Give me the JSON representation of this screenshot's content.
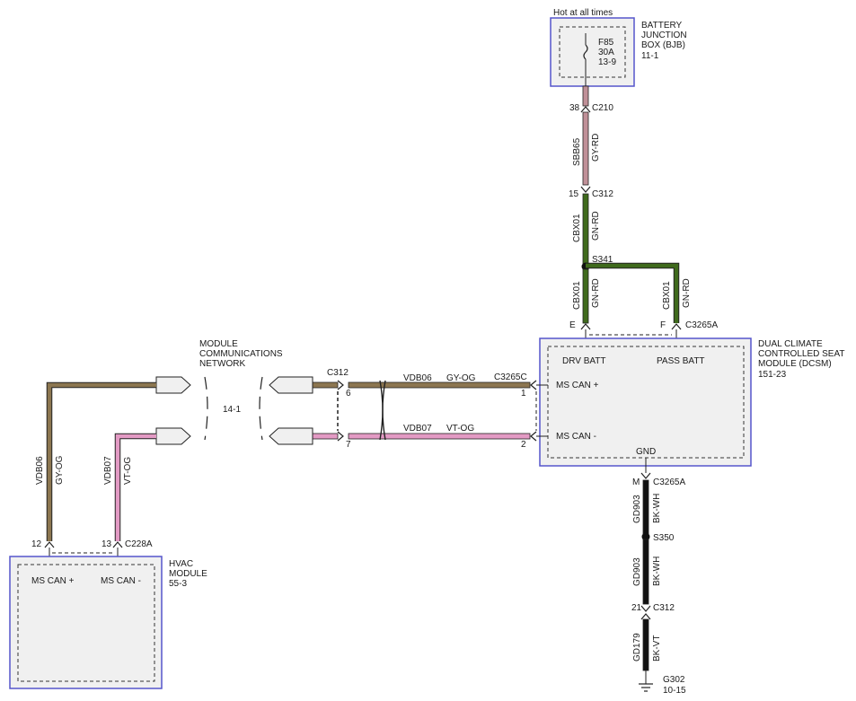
{
  "colors": {
    "box_fill": "#f0f0f0",
    "box_border": "#5555cc",
    "gy_og": "#8c7650",
    "gn_rd": "#3f6a1c",
    "gy_rd": "#c09098",
    "bk_wh": "#111111",
    "vt_og": "#e39ac4"
  },
  "bjb": {
    "top_note": "Hot at all times",
    "name_line1": "BATTERY",
    "name_line2": "JUNCTION",
    "name_line3": "BOX (BJB)",
    "ref": "11-1",
    "fuse_id": "F85",
    "fuse_amp": "30A",
    "fuse_ref": "13-9"
  },
  "connectors": {
    "c210": {
      "name": "C210",
      "pin": "38"
    },
    "c312_top": {
      "name": "C312",
      "pin": "15"
    },
    "c3265a_top": {
      "name": "C3265A",
      "pin_e": "E",
      "pin_f": "F"
    },
    "c3265a_bottom": {
      "name": "C3265A",
      "pin": "M"
    },
    "c312_bottom": {
      "name": "C312",
      "pin": "21"
    },
    "c312_mid": {
      "name": "C312",
      "pin_6": "6",
      "pin_7": "7"
    },
    "c3265c": {
      "name": "C3265C",
      "pin_1": "1",
      "pin_2": "2"
    },
    "c228a": {
      "name": "C228A",
      "pin_12": "12",
      "pin_13": "13"
    }
  },
  "splices": {
    "s341": "S341",
    "s350": "S350"
  },
  "ground": {
    "name": "G302",
    "ref": "10-15"
  },
  "wires": {
    "sbb65": {
      "circuit": "SBB65",
      "color": "GY-RD"
    },
    "cbx01_a": {
      "circuit": "CBX01",
      "color": "GN-RD"
    },
    "cbx01_b": {
      "circuit": "CBX01",
      "color": "GN-RD"
    },
    "cbx01_c": {
      "circuit": "CBX01",
      "color": "GN-RD"
    },
    "gd903_a": {
      "circuit": "GD903",
      "color": "BK-WH"
    },
    "gd903_b": {
      "circuit": "GD903",
      "color": "BK-WH"
    },
    "gd179": {
      "circuit": "GD179",
      "color": "BK-VT"
    },
    "vdb06_h": {
      "circuit": "VDB06",
      "color": "GY-OG"
    },
    "vdb07_h": {
      "circuit": "VDB07",
      "color": "VT-OG"
    },
    "vdb06_v": {
      "circuit": "VDB06",
      "color": "GY-OG"
    },
    "vdb07_v": {
      "circuit": "VDB07",
      "color": "VT-OG"
    }
  },
  "dcsm": {
    "name_line1": "DUAL CLIMATE",
    "name_line2": "CONTROLLED SEAT",
    "name_line3": "MODULE (DCSM)",
    "ref": "151-23",
    "pin_drv": "DRV BATT",
    "pin_pass": "PASS BATT",
    "pin_can_plus": "MS CAN +",
    "pin_can_minus": "MS CAN -",
    "pin_gnd": "GND"
  },
  "hvac": {
    "name_line1": "HVAC",
    "name_line2": "MODULE",
    "ref": "55-3",
    "pin_can_plus": "MS CAN +",
    "pin_can_minus": "MS CAN -"
  },
  "network": {
    "line1": "MODULE",
    "line2": "COMMUNICATIONS",
    "line3": "NETWORK",
    "ref": "14-1"
  }
}
